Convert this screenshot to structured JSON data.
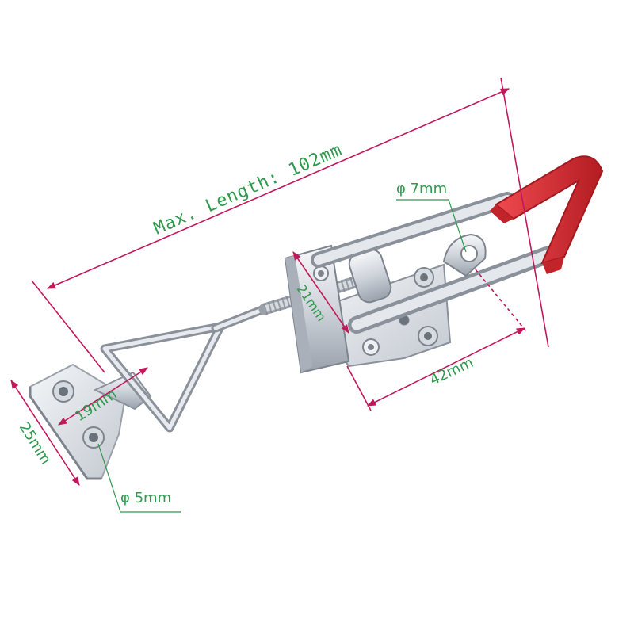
{
  "figure": {
    "subject": "toggle-latch-clamp",
    "colors": {
      "dimension_line": "#c2185b",
      "dimension_text": "#2e9a4c",
      "steel_light": "#eef0f3",
      "steel_mid": "#c9ced6",
      "steel_dark": "#8a919b",
      "grip_red": "#d8262f",
      "grip_red_dark": "#a01a20"
    }
  },
  "dimensions": {
    "max_length": "Max. Length: 102mm",
    "hole_large": "φ 7mm",
    "hole_small": "φ 5mm",
    "base_width": "42mm",
    "mount_width": "25mm",
    "loop_width": "19mm",
    "bracket_height": "21mm"
  }
}
